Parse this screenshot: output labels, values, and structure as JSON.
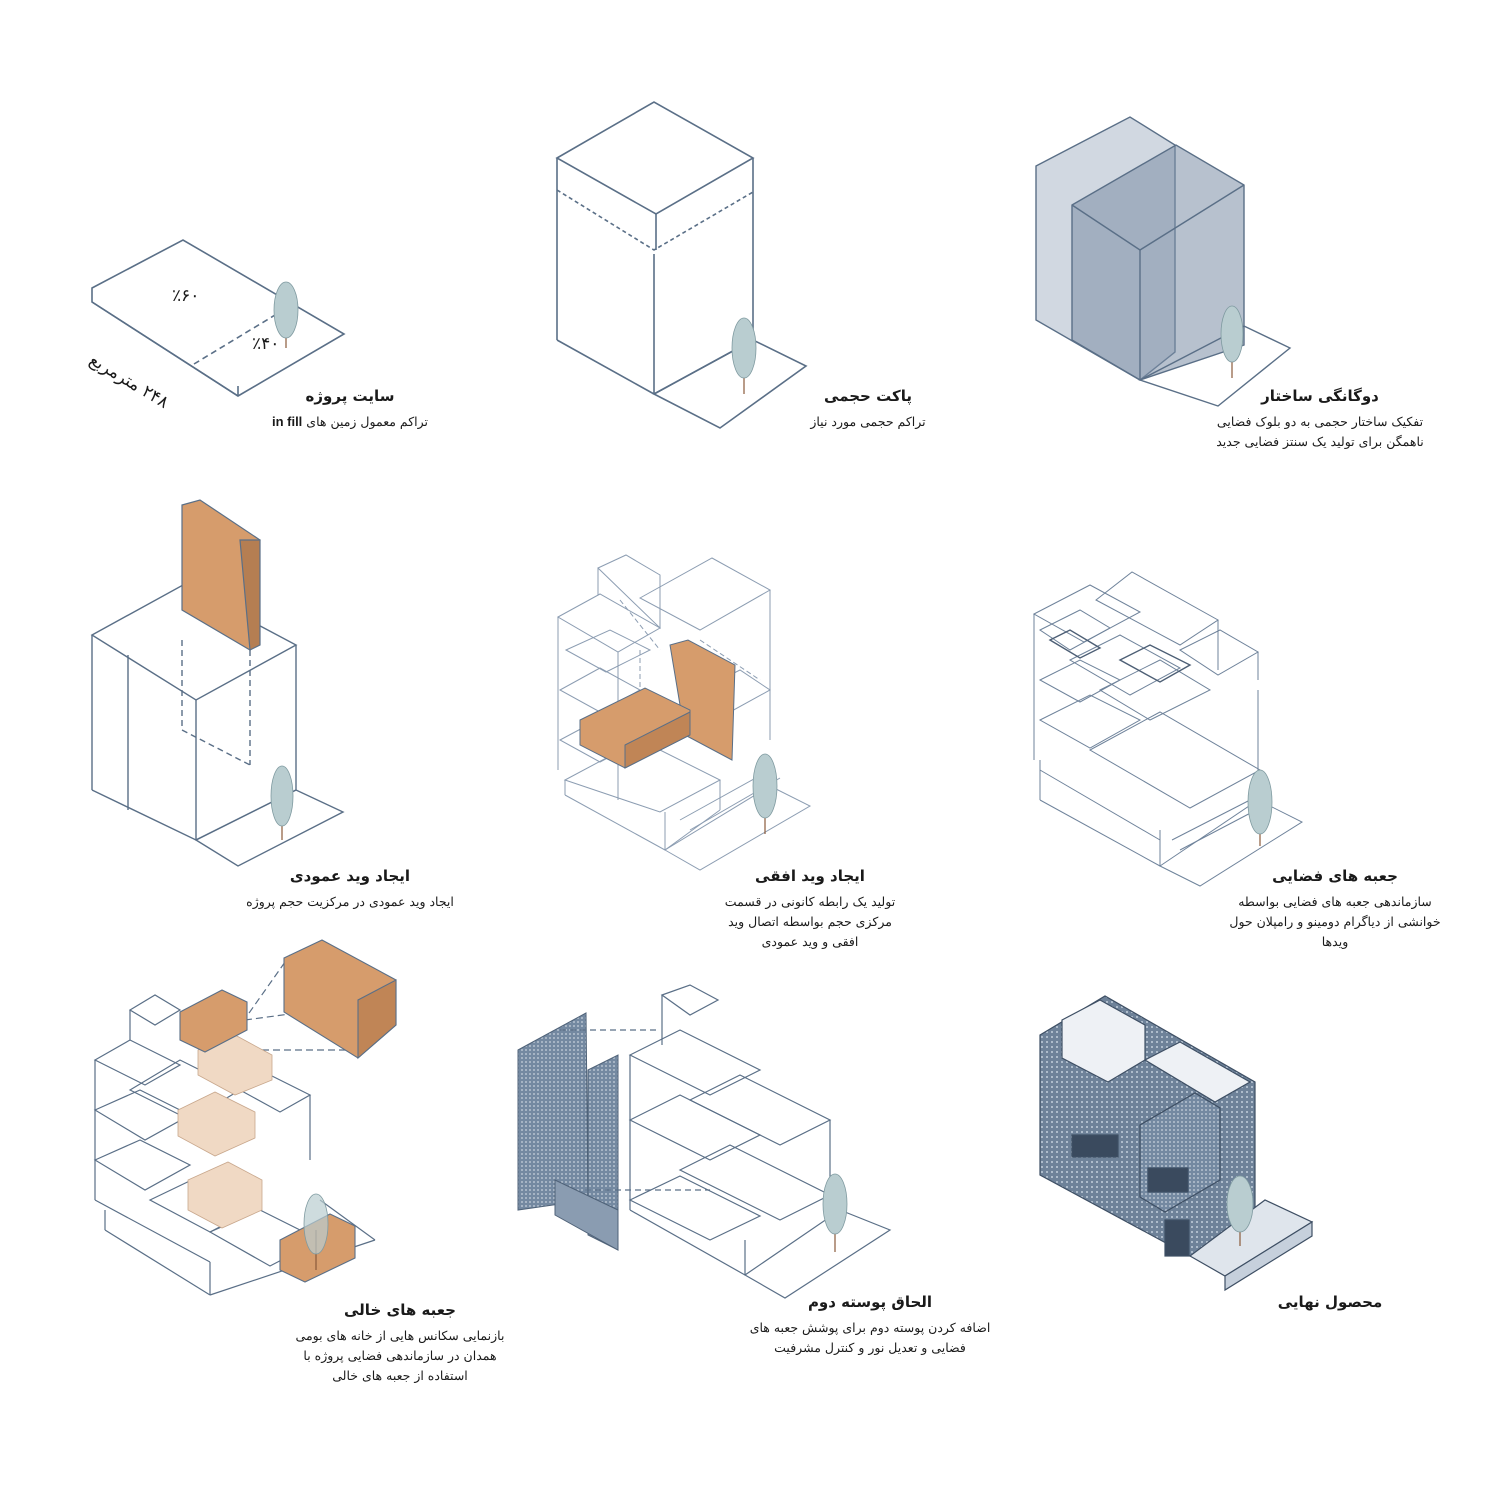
{
  "colors": {
    "line": "#5a6f87",
    "accent": "#d69c6c",
    "accent_light": "#f0d9c4",
    "translucent": "#9aa9bd",
    "tree": "#b9cdd0"
  },
  "panels": [
    {
      "title": "سایت پروژه",
      "desc_before": "تراکم معمول زمین های ",
      "desc_latin": "in fill",
      "desc_after": ""
    },
    {
      "title": "پاکت حجمی",
      "desc": "تراکم حجمی مورد نیاز"
    },
    {
      "title": "دوگانگی ساختار",
      "desc_lines": [
        "تفکیک ساختار حجمی به دو بلوک فضایی",
        "ناهمگن برای تولید یک سنتز فضایی جدید"
      ]
    },
    {
      "title": "ایجاد وید عمودی",
      "desc": "ایجاد وید عمودی در مرکزیت حجم پروژه"
    },
    {
      "title": "ایجاد وید افقی",
      "desc_lines": [
        "تولید یک رابطه کانونی در قسمت",
        "مرکزی حجم بواسطه اتصال وید",
        "افقی و وید عمودی"
      ]
    },
    {
      "title": "جعبه های فضایی",
      "desc_lines": [
        "سازماندهی جعبه های فضایی بواسطه",
        "خوانشی از دیاگرام دومینو و رامپلان حول",
        "ویدها"
      ]
    },
    {
      "title": "جعبه های خالی",
      "desc_lines": [
        "بازنمایی سکانس هایی از خانه های بومی",
        "همدان در سازماندهی فضایی پروژه با",
        "استفاده از جعبه های خالی"
      ]
    },
    {
      "title": "الحاق پوسته دوم",
      "desc_lines": [
        "اضافه کردن پوسته دوم برای پوشش جعبه های",
        "فضایی و تعدیل نور و کنترل مشرفیت"
      ]
    },
    {
      "title": "محصول نهایی"
    }
  ],
  "site_labels": {
    "pct_60": "٪۶۰",
    "pct_40": "٪۴۰",
    "area": "۲۴۸ مترمربع"
  }
}
